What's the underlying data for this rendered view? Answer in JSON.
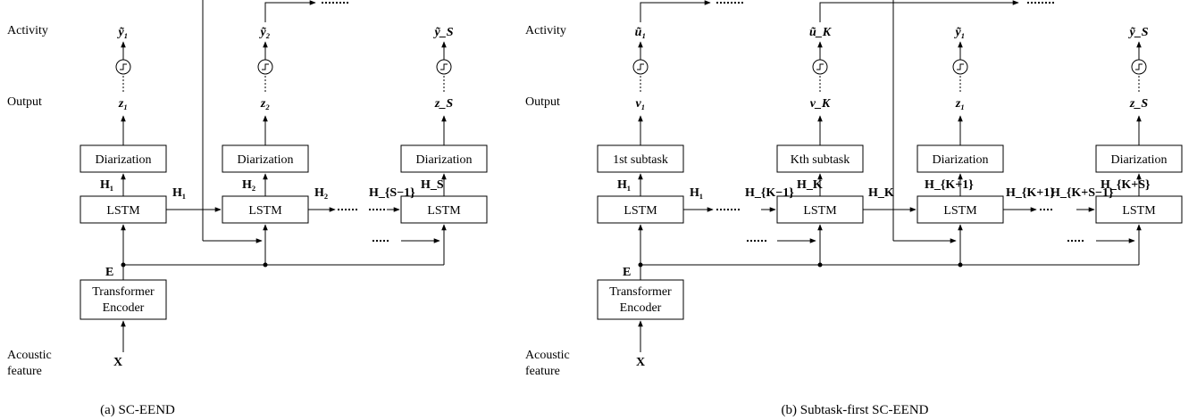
{
  "row_labels": {
    "activity": "Activity",
    "output": "Output",
    "acoustic_line1": "Acoustic",
    "acoustic_line2": "feature"
  },
  "panel_a": {
    "caption": "(a)  SC-EEND",
    "encoder_line1": "Transformer",
    "encoder_line2": "Encoder",
    "encoder_out": "E",
    "input": "X",
    "blocks": [
      {
        "head": "Diarization",
        "lstm": "LSTM",
        "h_above": "H₁",
        "h_right": "H₁",
        "z": "z₁",
        "y": "ỹ₁"
      },
      {
        "head": "Diarization",
        "lstm": "LSTM",
        "h_above": "H₂",
        "h_right": "H₂",
        "z": "z₂",
        "y": "ỹ₂"
      },
      {
        "head": "Diarization",
        "lstm": "LSTM",
        "h_above": "H_S",
        "h_in": "H_{S−1}",
        "z": "z_S",
        "y": "ỹ_S"
      }
    ]
  },
  "panel_b": {
    "caption": "(b)  Subtask-first SC-EEND",
    "encoder_line1": "Transformer",
    "encoder_line2": "Encoder",
    "encoder_out": "E",
    "input": "X",
    "blocks": [
      {
        "head": "1st subtask",
        "lstm": "LSTM",
        "h_above": "H₁",
        "h_right": "H₁",
        "z": "v₁",
        "y": "ũ₁"
      },
      {
        "head": "Kth subtask",
        "lstm": "LSTM",
        "h_above": "H_K",
        "h_in": "H_{K−1}",
        "h_right": "H_K",
        "z": "v_K",
        "y": "ũ_K"
      },
      {
        "head": "Diarization",
        "lstm": "LSTM",
        "h_above": "H_{K+1}",
        "h_right": "H_{K+1}",
        "z": "z₁",
        "y": "ỹ₁"
      },
      {
        "head": "Diarization",
        "lstm": "LSTM",
        "h_above": "H_{K+S}",
        "h_in": "H_{K+S−1}",
        "z": "z_S",
        "y": "ỹ_S"
      }
    ]
  }
}
